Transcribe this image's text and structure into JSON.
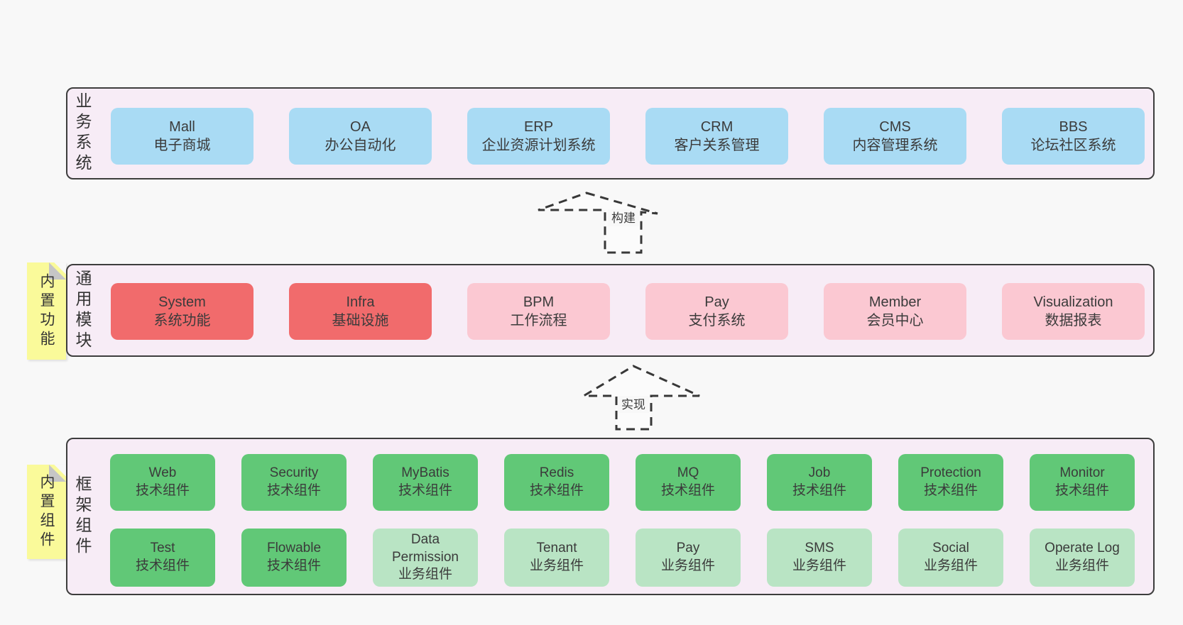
{
  "business": {
    "label": "业务系统",
    "boxes": [
      {
        "title": "Mall",
        "subtitle": "电子商城"
      },
      {
        "title": "OA",
        "subtitle": "办公自动化"
      },
      {
        "title": "ERP",
        "subtitle": "企业资源计划系统"
      },
      {
        "title": "CRM",
        "subtitle": "客户关系管理"
      },
      {
        "title": "CMS",
        "subtitle": "内容管理系统"
      },
      {
        "title": "BBS",
        "subtitle": "论坛社区系统"
      }
    ]
  },
  "modules": {
    "label": "通用模块",
    "sticky": "内置功能",
    "boxes": [
      {
        "title": "System",
        "subtitle": "系统功能",
        "variant": "red"
      },
      {
        "title": "Infra",
        "subtitle": "基础设施",
        "variant": "red"
      },
      {
        "title": "BPM",
        "subtitle": "工作流程",
        "variant": "pink"
      },
      {
        "title": "Pay",
        "subtitle": "支付系统",
        "variant": "pink"
      },
      {
        "title": "Member",
        "subtitle": "会员中心",
        "variant": "pink"
      },
      {
        "title": "Visualization",
        "subtitle": "数据报表",
        "variant": "pink"
      }
    ]
  },
  "components": {
    "label": "框架组件",
    "sticky": "内置组件",
    "row1": [
      {
        "title": "Web",
        "subtitle": "技术组件",
        "variant": "green"
      },
      {
        "title": "Security",
        "subtitle": "技术组件",
        "variant": "green"
      },
      {
        "title": "MyBatis",
        "subtitle": "技术组件",
        "variant": "green"
      },
      {
        "title": "Redis",
        "subtitle": "技术组件",
        "variant": "green"
      },
      {
        "title": "MQ",
        "subtitle": "技术组件",
        "variant": "green"
      },
      {
        "title": "Job",
        "subtitle": "技术组件",
        "variant": "green"
      },
      {
        "title": "Protection",
        "subtitle": "技术组件",
        "variant": "green"
      },
      {
        "title": "Monitor",
        "subtitle": "技术组件",
        "variant": "green"
      }
    ],
    "row2": [
      {
        "title": "Test",
        "subtitle": "技术组件",
        "variant": "green"
      },
      {
        "title": "Flowable",
        "subtitle": "技术组件",
        "variant": "green"
      },
      {
        "title": "Data Permission",
        "subtitle": "业务组件",
        "variant": "lightgreen"
      },
      {
        "title": "Tenant",
        "subtitle": "业务组件",
        "variant": "lightgreen"
      },
      {
        "title": "Pay",
        "subtitle": "业务组件",
        "variant": "lightgreen"
      },
      {
        "title": "SMS",
        "subtitle": "业务组件",
        "variant": "lightgreen"
      },
      {
        "title": "Social",
        "subtitle": "业务组件",
        "variant": "lightgreen"
      },
      {
        "title": "Operate Log",
        "subtitle": "业务组件",
        "variant": "lightgreen"
      }
    ]
  },
  "arrows": {
    "build": "构建",
    "implement": "实现"
  },
  "colors": {
    "page_bg": "#f8f8f8",
    "panel_bg": "#f7ecf6",
    "panel_border": "#3d3d3d",
    "blue": "#a9dbf4",
    "red": "#f16b6c",
    "pink": "#fbc8d2",
    "green": "#61c877",
    "light_green": "#b9e4c4",
    "sticky_yellow": "#fafa9a",
    "text": "#3b3b3b"
  }
}
